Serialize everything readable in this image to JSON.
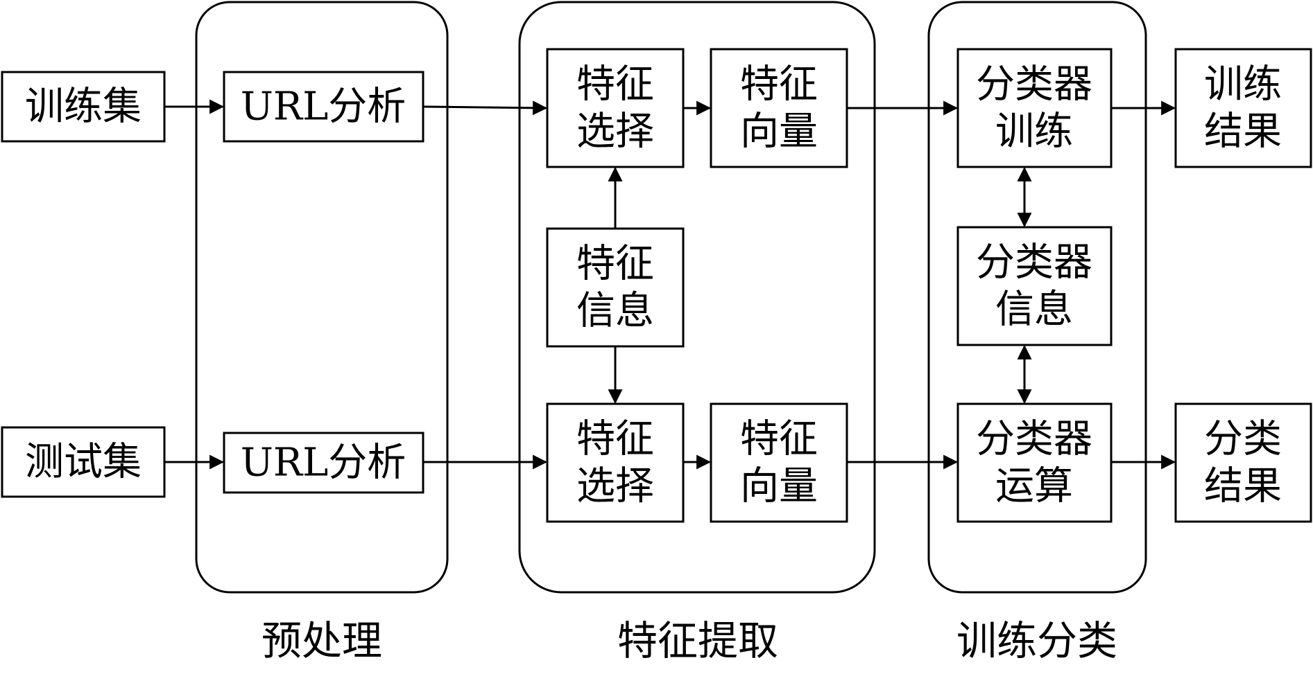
{
  "groups": {
    "preprocess": "预处理",
    "feature_extraction": "特征提取",
    "train_classify": "训练分类"
  },
  "top": {
    "input": "训练集",
    "url_analysis": "URL分析",
    "feature_select": [
      "特征",
      "选择"
    ],
    "feature_vector": [
      "特征",
      "向量"
    ],
    "classifier": [
      "分类器",
      "训练"
    ],
    "result": [
      "训练",
      "结果"
    ]
  },
  "middle": {
    "feature_info": [
      "特征",
      "信息"
    ],
    "classifier_info": [
      "分类器",
      "信息"
    ]
  },
  "bottom": {
    "input": "测试集",
    "url_analysis": "URL分析",
    "feature_select": [
      "特征",
      "选择"
    ],
    "feature_vector": [
      "特征",
      "向量"
    ],
    "classifier": [
      "分类器",
      "运算"
    ],
    "result": [
      "分类",
      "结果"
    ]
  }
}
